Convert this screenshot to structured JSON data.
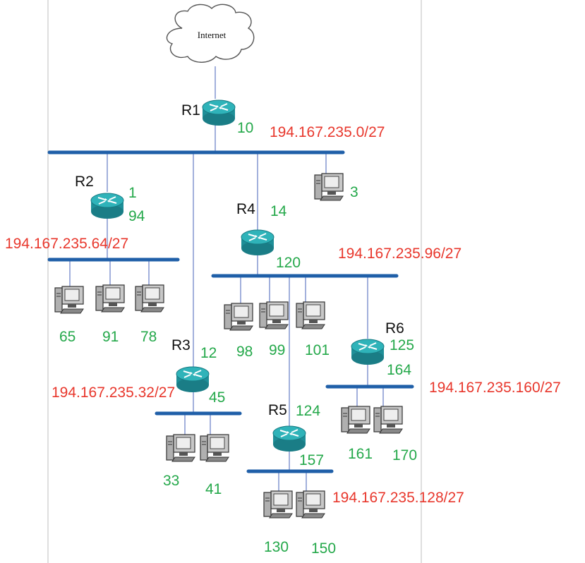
{
  "diagram": {
    "cloud_label": "Internet",
    "colors": {
      "bus": "#1f5fa8",
      "link": "#6f86c9",
      "router_body": "#1e8f98",
      "router_top": "#2fb3b9",
      "network_text": "#e8372c",
      "host_text": "#24a84a",
      "frame": "#bdbdbd"
    },
    "routers": [
      {
        "name": "R1",
        "addresses": [
          "10"
        ]
      },
      {
        "name": "R2",
        "addresses": [
          "1",
          "94"
        ]
      },
      {
        "name": "R3",
        "addresses": [
          "12",
          "45"
        ]
      },
      {
        "name": "R4",
        "addresses": [
          "14",
          "120"
        ]
      },
      {
        "name": "R5",
        "addresses": [
          "124",
          "157"
        ]
      },
      {
        "name": "R6",
        "addresses": [
          "125",
          "164"
        ]
      }
    ],
    "networks": [
      "194.167.235.0/27",
      "194.167.235.64/27",
      "194.167.235.96/27",
      "194.167.235.32/27",
      "194.167.235.160/27",
      "194.167.235.128/27"
    ],
    "hosts": [
      "3",
      "65",
      "91",
      "78",
      "98",
      "99",
      "101",
      "33",
      "41",
      "161",
      "170",
      "130",
      "150"
    ]
  }
}
